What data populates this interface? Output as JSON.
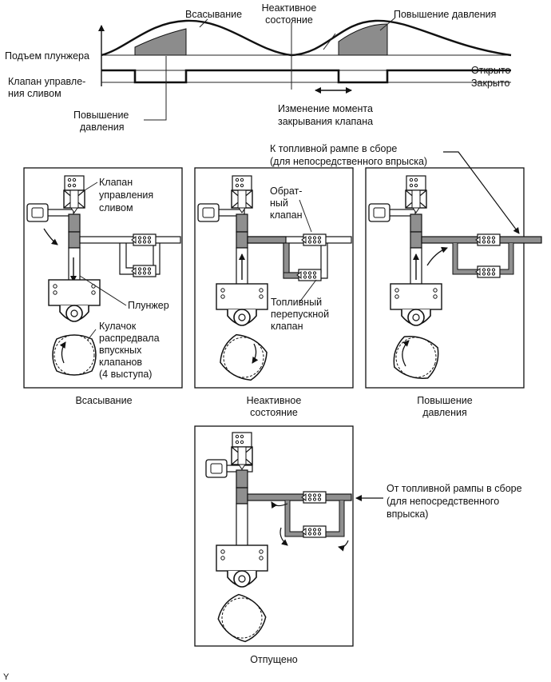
{
  "timing_chart": {
    "phase_intake": "Всасывание",
    "phase_idle_line1": "Неактивное",
    "phase_idle_line2": "состояние",
    "phase_pressure_top": "Повышение давления",
    "row_plunger_lift": "Подъем плунжера",
    "row_valve_line1": "Клапан управле-",
    "row_valve_line2": "ния сливом",
    "state_open": "Открыто",
    "state_closed": "Закрыто",
    "pressure_left_line1": "Повышение",
    "pressure_left_line2": "давления",
    "timing_change_line1": "Изменение момента",
    "timing_change_line2": "закрывания клапана"
  },
  "panels": {
    "intake": {
      "caption": "Всасывание",
      "spill_valve_line1": "Клапан",
      "spill_valve_line2": "управления",
      "spill_valve_line3": "сливом",
      "plunger": "Плунжер",
      "cam_line1": "Кулачок",
      "cam_line2": "распредвала",
      "cam_line3": "впускных",
      "cam_line4": "клапанов",
      "cam_line5": "(4 выступа)"
    },
    "idle": {
      "caption_line1": "Неактивное",
      "caption_line2": "состояние",
      "check_valve_line1": "Обрат-",
      "check_valve_line2": "ный",
      "check_valve_line3": "клапан",
      "relief_valve_line1": "Топливный",
      "relief_valve_line2": "перепускной",
      "relief_valve_line3": "клапан"
    },
    "pressure": {
      "caption_line1": "Повышение",
      "caption_line2": "давления",
      "to_rail_line1": "К топливной рампе в сборе",
      "to_rail_line2": "(для непосредственного впрыска)"
    },
    "released": {
      "caption": "Отпущено",
      "from_rail_line1": "От топливной рампы в сборе",
      "from_rail_line2": "(для непосредственного",
      "from_rail_line3": "впрыска)"
    }
  },
  "corner_mark": "Y"
}
